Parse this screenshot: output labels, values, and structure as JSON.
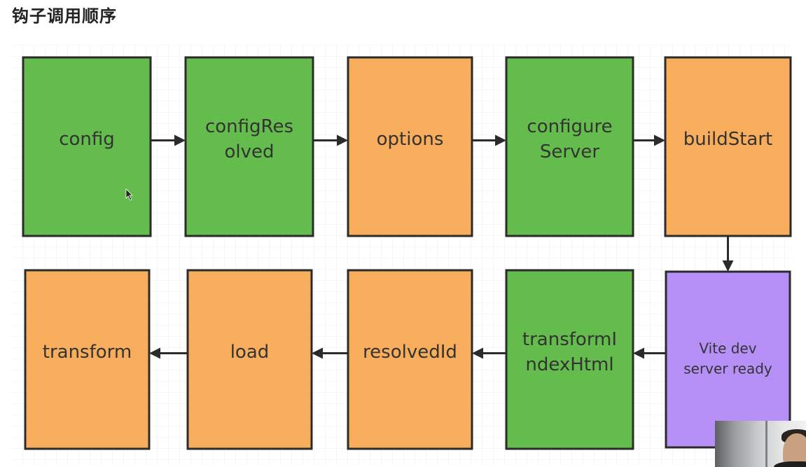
{
  "title": "钩子调用顺序",
  "colors": {
    "hook_green": "#63bc4b",
    "hook_orange": "#f7ad5c",
    "event_purple": "#b690f7",
    "stroke": "#2b2b2b",
    "text": "#333333"
  },
  "nodes": [
    {
      "id": "config",
      "lines": [
        "config"
      ],
      "color": "hook_green"
    },
    {
      "id": "configResolved",
      "lines": [
        "configRes",
        "olved"
      ],
      "color": "hook_green"
    },
    {
      "id": "options",
      "lines": [
        "options"
      ],
      "color": "hook_orange"
    },
    {
      "id": "configureServer",
      "lines": [
        "configure",
        "Server"
      ],
      "color": "hook_green"
    },
    {
      "id": "buildStart",
      "lines": [
        "buildStart"
      ],
      "color": "hook_orange"
    },
    {
      "id": "transform",
      "lines": [
        "transform"
      ],
      "color": "hook_orange"
    },
    {
      "id": "load",
      "lines": [
        "load"
      ],
      "color": "hook_orange"
    },
    {
      "id": "resolvedId",
      "lines": [
        "resolvedId"
      ],
      "color": "hook_orange"
    },
    {
      "id": "transformIndexHtml",
      "lines": [
        "transformI",
        "ndexHtml"
      ],
      "color": "hook_green"
    },
    {
      "id": "viteDevServerReady",
      "lines": [
        "Vite dev",
        "server ready"
      ],
      "color": "event_purple",
      "small": true
    }
  ],
  "edges": [
    {
      "from": "config",
      "to": "configResolved"
    },
    {
      "from": "configResolved",
      "to": "options"
    },
    {
      "from": "options",
      "to": "configureServer"
    },
    {
      "from": "configureServer",
      "to": "buildStart"
    },
    {
      "from": "buildStart",
      "to": "viteDevServerReady"
    },
    {
      "from": "viteDevServerReady",
      "to": "transformIndexHtml"
    },
    {
      "from": "transformIndexHtml",
      "to": "resolvedId"
    },
    {
      "from": "resolvedId",
      "to": "load"
    },
    {
      "from": "load",
      "to": "transform"
    }
  ]
}
